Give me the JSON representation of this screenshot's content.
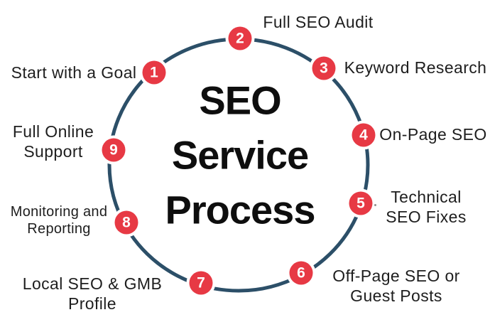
{
  "title": {
    "lines": [
      "SEO",
      "Service",
      "Process"
    ]
  },
  "steps": [
    {
      "number": "1",
      "lines": [
        "Start with a Goal"
      ]
    },
    {
      "number": "2",
      "lines": [
        "Full SEO Audit"
      ]
    },
    {
      "number": "3",
      "lines": [
        "Keyword Research"
      ]
    },
    {
      "number": "4",
      "lines": [
        "On-Page SEO"
      ]
    },
    {
      "number": "5",
      "lines": [
        "Technical",
        "SEO Fixes"
      ]
    },
    {
      "number": "6",
      "lines": [
        "Off-Page SEO or",
        "Guest Posts"
      ]
    },
    {
      "number": "7",
      "lines": [
        "Local SEO & GMB",
        "Profile"
      ]
    },
    {
      "number": "8",
      "lines": [
        "Monitoring and",
        "Reporting"
      ]
    },
    {
      "number": "9",
      "lines": [
        "Full Online",
        "Support"
      ]
    }
  ],
  "colors": {
    "badge": "#e73944",
    "circle": "#2c4f68",
    "title_text": "#0e0e0e",
    "label_text": "#1e1e1e",
    "bg": "#ffffff"
  }
}
